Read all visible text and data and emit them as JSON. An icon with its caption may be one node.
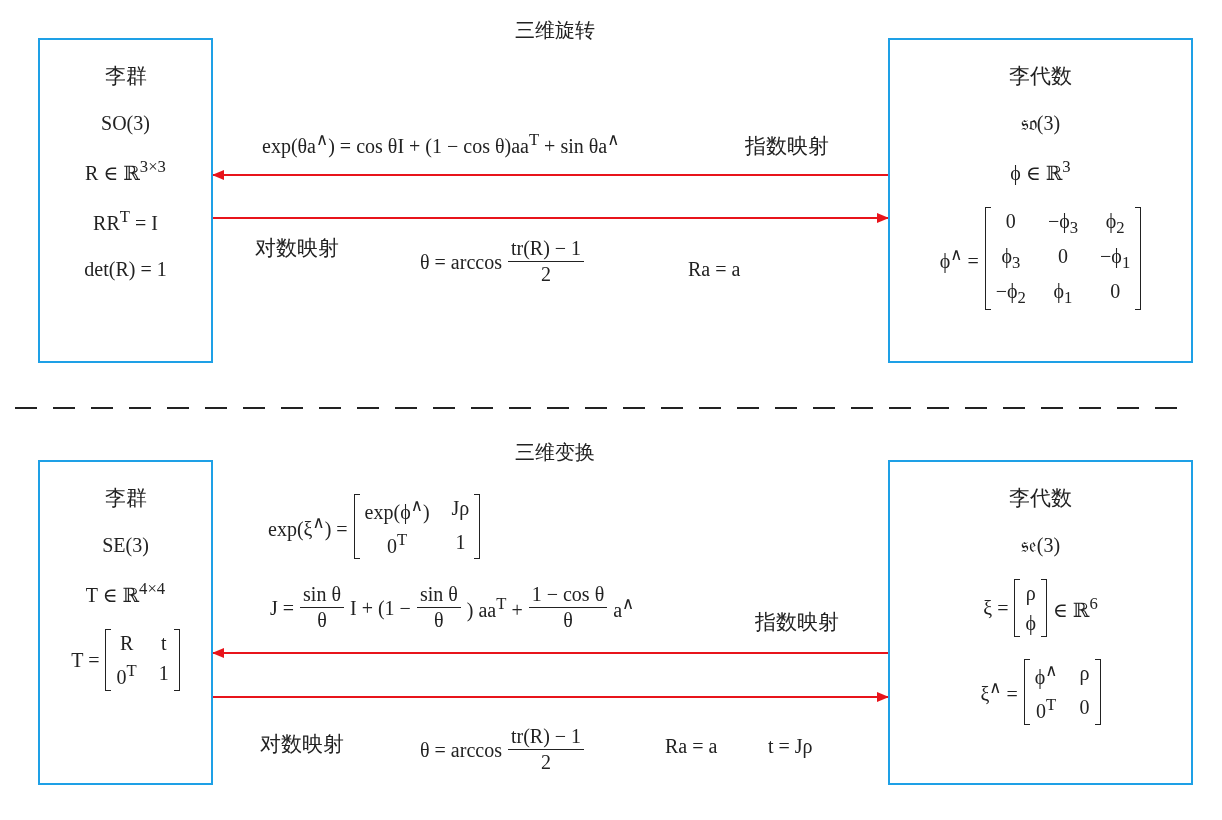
{
  "diagram": {
    "nodes": [
      {
        "text": [
          "李群",
          "SO(3)",
          "R ∈ ℝ$^{3×3}$",
          "RR$^{T}$ = I",
          "det(R) = 1"
        ]
      },
      {
        "text": [
          "李代数",
          "𝔰𝔬(3)",
          "ϕ ∈ ℝ$^{3}$",
          "ϕ$^{∧}$ =",
          "0",
          "−ϕ$_{3}$",
          "ϕ$_{2}$",
          "ϕ$_{3}$",
          "0",
          "−ϕ$_{1}$",
          "−ϕ$_{2}$",
          "ϕ$_{1}$",
          "0"
        ]
      },
      {
        "text": [
          "李群",
          "SE(3)",
          "T ∈ ℝ$^{4×4}$",
          "T =",
          "R",
          "t",
          "0$^{T}$",
          "1"
        ]
      },
      {
        "text": [
          "李代数",
          "𝔰𝔢(3)",
          "ξ =",
          "ρ",
          "ϕ",
          "∈ ℝ$^{6}$",
          "ξ$^{∧}$ =",
          "ϕ$^{∧}$",
          "ρ",
          "0$^{T}$",
          "0"
        ]
      }
    ],
    "edges": [
      {
        "from": 1,
        "to": 0,
        "arrow": "to",
        "label": "指数映射"
      },
      {
        "from": 0,
        "to": 1,
        "arrow": "to",
        "label": "对数映射"
      },
      {
        "from": 3,
        "to": 2,
        "arrow": "to",
        "label": "指数映射"
      },
      {
        "from": 2,
        "to": 3,
        "arrow": "to",
        "label": "对数映射"
      }
    ],
    "labels": [
      "三维旋转",
      "exp(θa$^{∧}$) = cos θI + (1 − cos θ)aa$^{T}$ + sin θa$^{∧}$",
      "θ = arccos",
      "tr(R) − 1",
      "2",
      "Ra = a",
      "三维变换",
      "exp(ξ$^{∧}$) =",
      "exp(ϕ$^{∧}$)",
      "Jρ",
      "0$^{T}$",
      "1",
      "J =",
      "sin θ",
      "θ",
      "I + (1 −",
      "sin θ",
      "θ",
      ") aa$^{T}$ +",
      "1 − cos θ",
      "θ",
      "a$^{∧}$",
      "θ = arccos",
      "tr(R) − 1",
      "2",
      "Ra = a",
      "t = Jρ"
    ]
  }
}
